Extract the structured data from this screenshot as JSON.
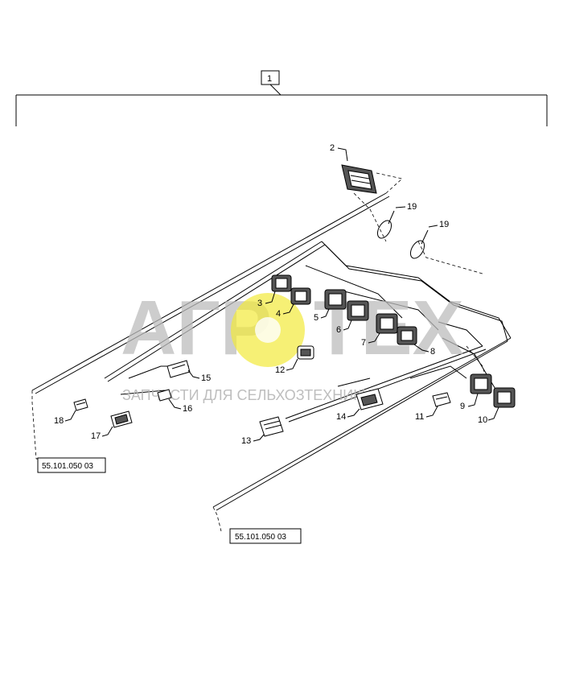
{
  "assembly": {
    "item_label": "1"
  },
  "reference_boxes": [
    {
      "label": "55.101.050 03"
    },
    {
      "label": "55.101.050 03"
    }
  ],
  "callouts": [
    "2",
    "3",
    "4",
    "5",
    "6",
    "7",
    "8",
    "9",
    "10",
    "11",
    "12",
    "13",
    "14",
    "15",
    "16",
    "17",
    "18",
    "19",
    "19"
  ],
  "watermark": {
    "left_letters": "АГР",
    "right_letters": "ТЕХ",
    "tagline": "ЗАПЧАСТИ ДЛЯ СЕЛЬХОЗТЕХНИКИ",
    "gear_color": "#f2ea3a"
  }
}
